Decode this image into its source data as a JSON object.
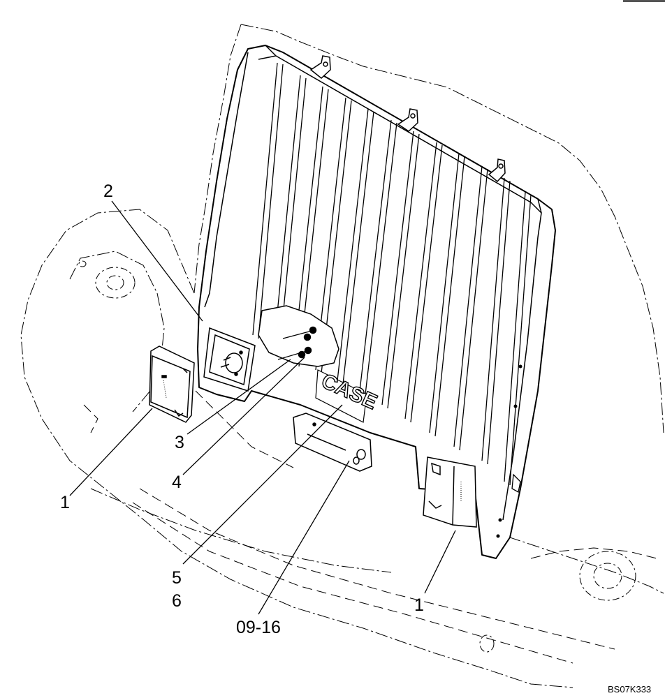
{
  "diagram": {
    "callouts": {
      "c1_left": "1",
      "c1_right": "1",
      "c2": "2",
      "c3": "3",
      "c4": "4",
      "c5": "5",
      "c6": "6",
      "c0916": "09-16"
    },
    "logo_text": "CASE",
    "drawing_code": "BS07K333"
  }
}
